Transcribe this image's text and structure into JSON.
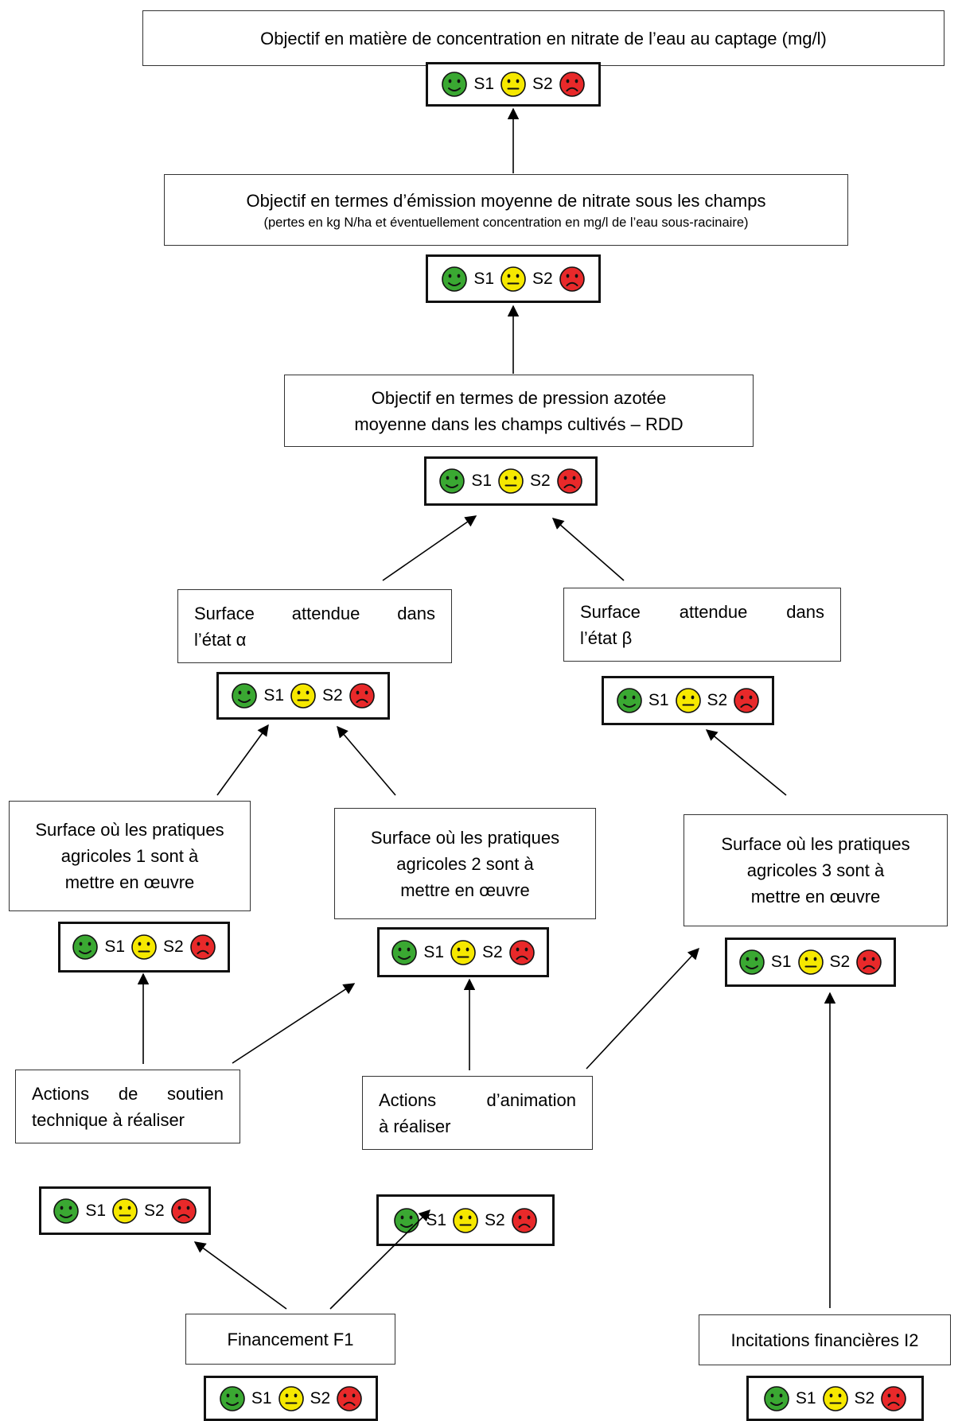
{
  "nodes": {
    "captage": {
      "lines": [
        "Objectif en matière de concentration en nitrate de l’eau au captage (mg/l)"
      ]
    },
    "emission": {
      "lines": [
        "Objectif en termes d’émission moyenne de nitrate sous les champs"
      ],
      "sub": "(pertes en kg N/ha et éventuellement concentration en mg/l de l’eau sous-racinaire)"
    },
    "pression": {
      "lines": [
        "Objectif en termes de pression azotée",
        "moyenne dans les champs cultivés – RDD"
      ]
    },
    "surface_alpha": {
      "lines": [
        "Surface attendue dans",
        "l’état α"
      ]
    },
    "surface_beta": {
      "lines": [
        "Surface attendue dans",
        "l’état β"
      ]
    },
    "pratiques1": {
      "lines": [
        "Surface où les pratiques",
        "agricoles 1 sont à",
        "mettre en œuvre"
      ]
    },
    "pratiques2": {
      "lines": [
        "Surface où les pratiques",
        "agricoles 2 sont à",
        "mettre en œuvre"
      ]
    },
    "pratiques3": {
      "lines": [
        "Surface où les pratiques",
        "agricoles 3 sont à",
        "mettre en œuvre"
      ]
    },
    "soutien": {
      "lines": [
        "Actions de soutien",
        "technique à réaliser"
      ]
    },
    "animation": {
      "lines": [
        "Actions d’animation",
        "à réaliser"
      ]
    },
    "financement": {
      "lines": [
        "Financement F1"
      ]
    },
    "incitations": {
      "lines": [
        "Incitations financières I2"
      ]
    }
  },
  "scenario_labels": {
    "s1": "S1",
    "s2": "S2"
  },
  "face_colors": {
    "happy": "#3aa832",
    "neutral": "#f6e800",
    "sad": "#e8292a"
  },
  "face_icons": [
    "happy-face-icon",
    "neutral-face-icon",
    "sad-face-icon"
  ],
  "arrow_color": "#000000"
}
